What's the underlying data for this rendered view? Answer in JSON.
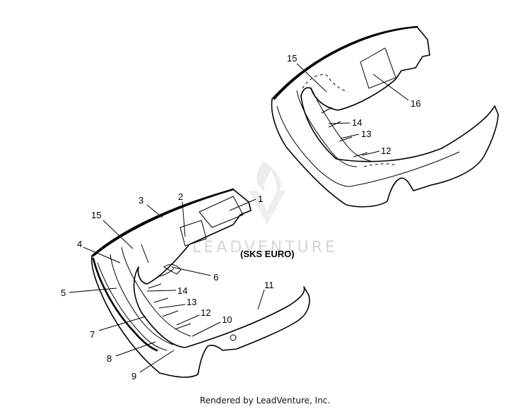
{
  "diagram": {
    "variant_caption": "(SKS EURO)",
    "watermark": "LEADVENTURE",
    "footer": "Rendered by LeadVenture, Inc.",
    "upper_callouts": [
      "15",
      "16",
      "14",
      "13",
      "12"
    ],
    "lower_callouts": [
      "1",
      "2",
      "3",
      "15",
      "4",
      "6",
      "5",
      "14",
      "13",
      "12",
      "10",
      "11",
      "7",
      "8",
      "9"
    ]
  }
}
